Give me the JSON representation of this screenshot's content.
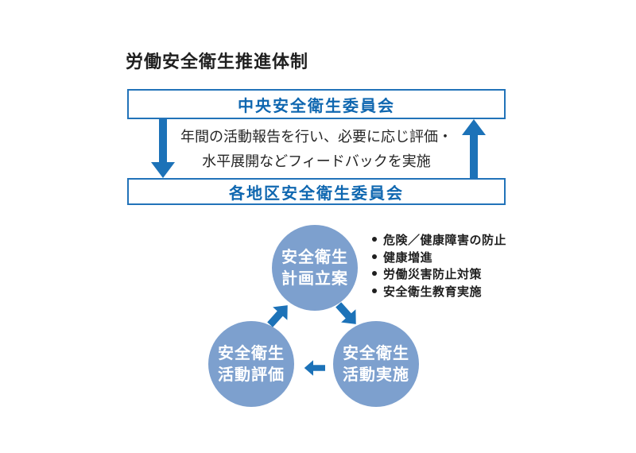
{
  "title": "労働安全衛生推進体制",
  "colors": {
    "accent_blue_text": "#0f67b0",
    "box_border_blue": "#2273b9",
    "arrow_blue": "#1c72b8",
    "circle_blue": "#7da0ce",
    "body_text": "#1f1f1f"
  },
  "hierarchy": {
    "top_box": "中央安全衛生委員会",
    "feedback_line1": "年間の活動報告を行い、必要に応じ評価・",
    "feedback_line2": "水平展開などフィードバックを実施",
    "bottom_box": "各地区安全衛生委員会"
  },
  "cycle": {
    "plan": {
      "line1": "安全衛生",
      "line2": "計画立案"
    },
    "do": {
      "line1": "安全衛生",
      "line2": "活動実施"
    },
    "check": {
      "line1": "安全衛生",
      "line2": "活動評価"
    }
  },
  "bullets": [
    "危険／健康障害の防止",
    "健康増進",
    "労働災害防止対策",
    "安全衛生教育実施"
  ]
}
